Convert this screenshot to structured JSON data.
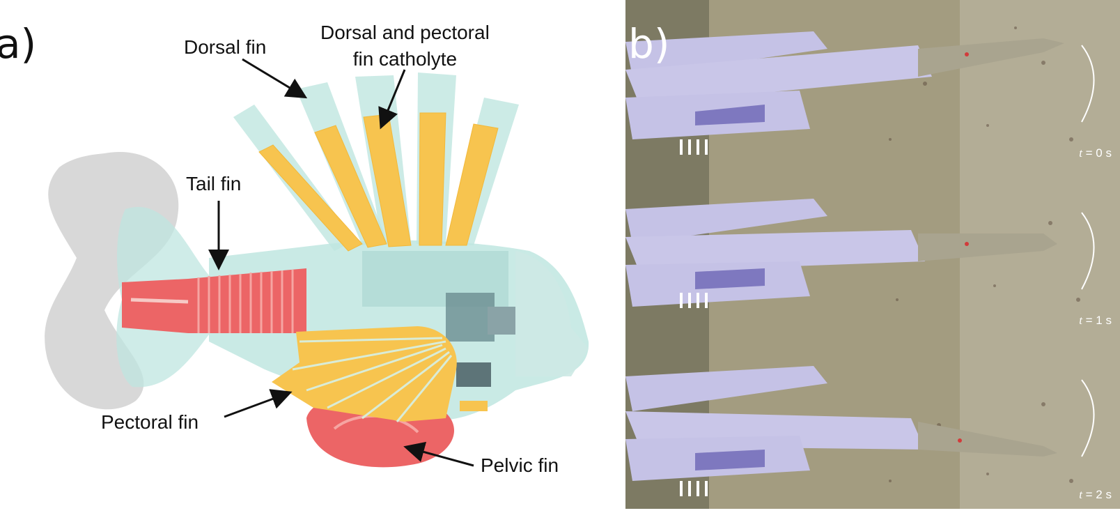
{
  "panel_a": {
    "letter": "a)",
    "labels": {
      "dorsal_fin": "Dorsal fin",
      "catholyte_line1": "Dorsal and pectoral",
      "catholyte_line2": "fin catholyte",
      "tail_fin": "Tail fin",
      "pectoral_fin": "Pectoral fin",
      "pelvic_fin": "Pelvic fin"
    }
  },
  "panel_b": {
    "letter": "b)",
    "frames": [
      {
        "time_var": "t",
        "time_rest": " = 0 s"
      },
      {
        "time_var": "t",
        "time_rest": " = 1 s"
      },
      {
        "time_var": "t",
        "time_rest": " = 2 s"
      }
    ]
  },
  "colors": {
    "body_translucent": "#bfe6e0",
    "catholyte_yellow": "#f7c44f",
    "tail_red": "#ec6566",
    "tail_shadow": "#d8d8d8",
    "sand": "#a39c80",
    "fin_lavender": "#c5c2e6"
  }
}
